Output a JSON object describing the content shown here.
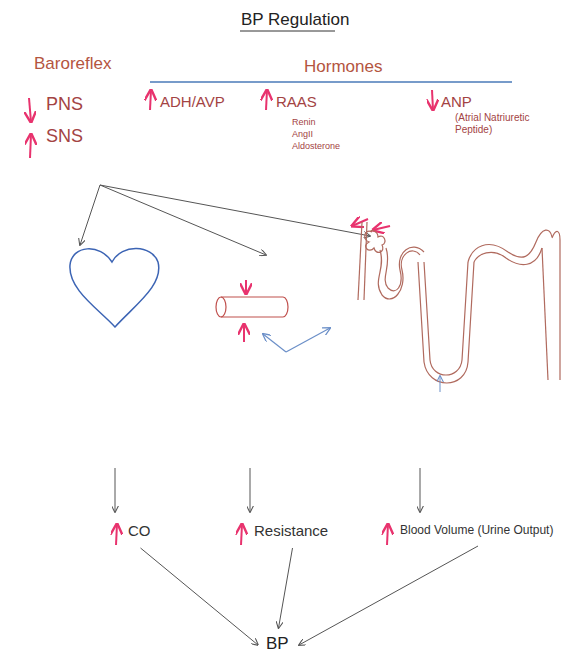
{
  "diagram": {
    "title": "BP Regulation",
    "nodes": [
      {
        "text": [
          "Baroreflex",
          "PNS",
          "SNS"
        ]
      },
      {
        "text": [
          "CO"
        ]
      },
      {
        "text": [
          "Resistance"
        ]
      },
      {
        "text": [
          "Blood Volume (Urine Output)"
        ]
      },
      {
        "text": [
          "BP"
        ]
      }
    ],
    "edges": [
      {
        "from": 1,
        "to": 4,
        "arrow": "to"
      },
      {
        "from": 2,
        "to": 4,
        "arrow": "to"
      },
      {
        "from": 3,
        "to": 4,
        "arrow": "to"
      }
    ],
    "labels": [
      "Hormones",
      "ADH/AVP",
      "RAAS",
      "Renin",
      "AngII",
      "Aldosterone",
      "ANP",
      "(Atrial Natriuretic Peptide)"
    ]
  }
}
